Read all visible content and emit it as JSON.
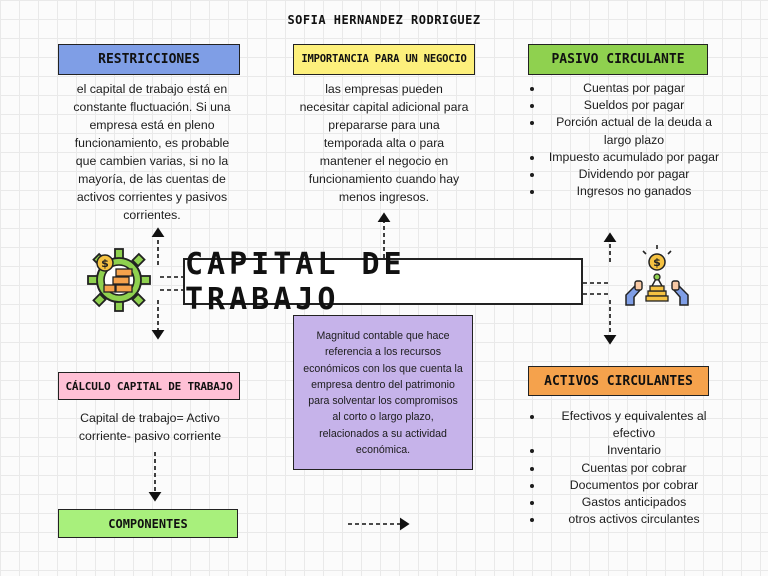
{
  "author": "SOFIA HERNANDEZ RODRIGUEZ",
  "central_title": "CAPITAL DE TRABAJO",
  "definition": "Magnitud contable que hace referencia a los recursos económicos con los que cuenta la empresa dentro del patrimonio para solventar los compromisos al corto o largo plazo, relacionados a su actividad económica.",
  "restricciones": {
    "title": "RESTRICCIONES",
    "text": "el capital de trabajo está en constante fluctuación. Si una empresa está en pleno funcionamiento, es probable que cambien varias, si no la mayoría, de las cuentas de activos corrientes y pasivos corrientes."
  },
  "importancia": {
    "title": "IMPORTANCIA PARA UN NEGOCIO",
    "text": "las empresas pueden necesitar capital adicional para prepararse para una temporada alta o para mantener el negocio en funcionamiento cuando hay menos ingresos."
  },
  "pasivo": {
    "title": "PASIVO CIRCULANTE",
    "items": [
      "Cuentas por pagar",
      "Sueldos por pagar",
      "Porción actual de la deuda a largo plazo",
      "Impuesto acumulado por pagar",
      "Dividendo por pagar",
      "Ingresos no ganados"
    ]
  },
  "calculo": {
    "title": "CÁLCULO CAPITAL DE TRABAJO",
    "text": "Capital de trabajo= Activo corriente- pasivo corriente"
  },
  "activos": {
    "title": "ACTIVOS CIRCULANTES",
    "items": [
      "Efectivos y equivalentes al efectivo",
      "Inventario",
      "Cuentas por cobrar",
      "Documentos por cobrar",
      "Gastos anticipados",
      "otros activos circulantes"
    ]
  },
  "componentes": {
    "title": "COMPONENTES"
  },
  "colors": {
    "restricciones": "#7f9ee6",
    "importancia": "#fdf07c",
    "pasivo": "#8fd14f",
    "calculo": "#ffc0d5",
    "activos": "#f5a24c",
    "componentes": "#a8f07c",
    "definition": "#c6b3ea"
  },
  "icons": {
    "left": "money-gear-icon",
    "right": "investor-coin-icon"
  }
}
